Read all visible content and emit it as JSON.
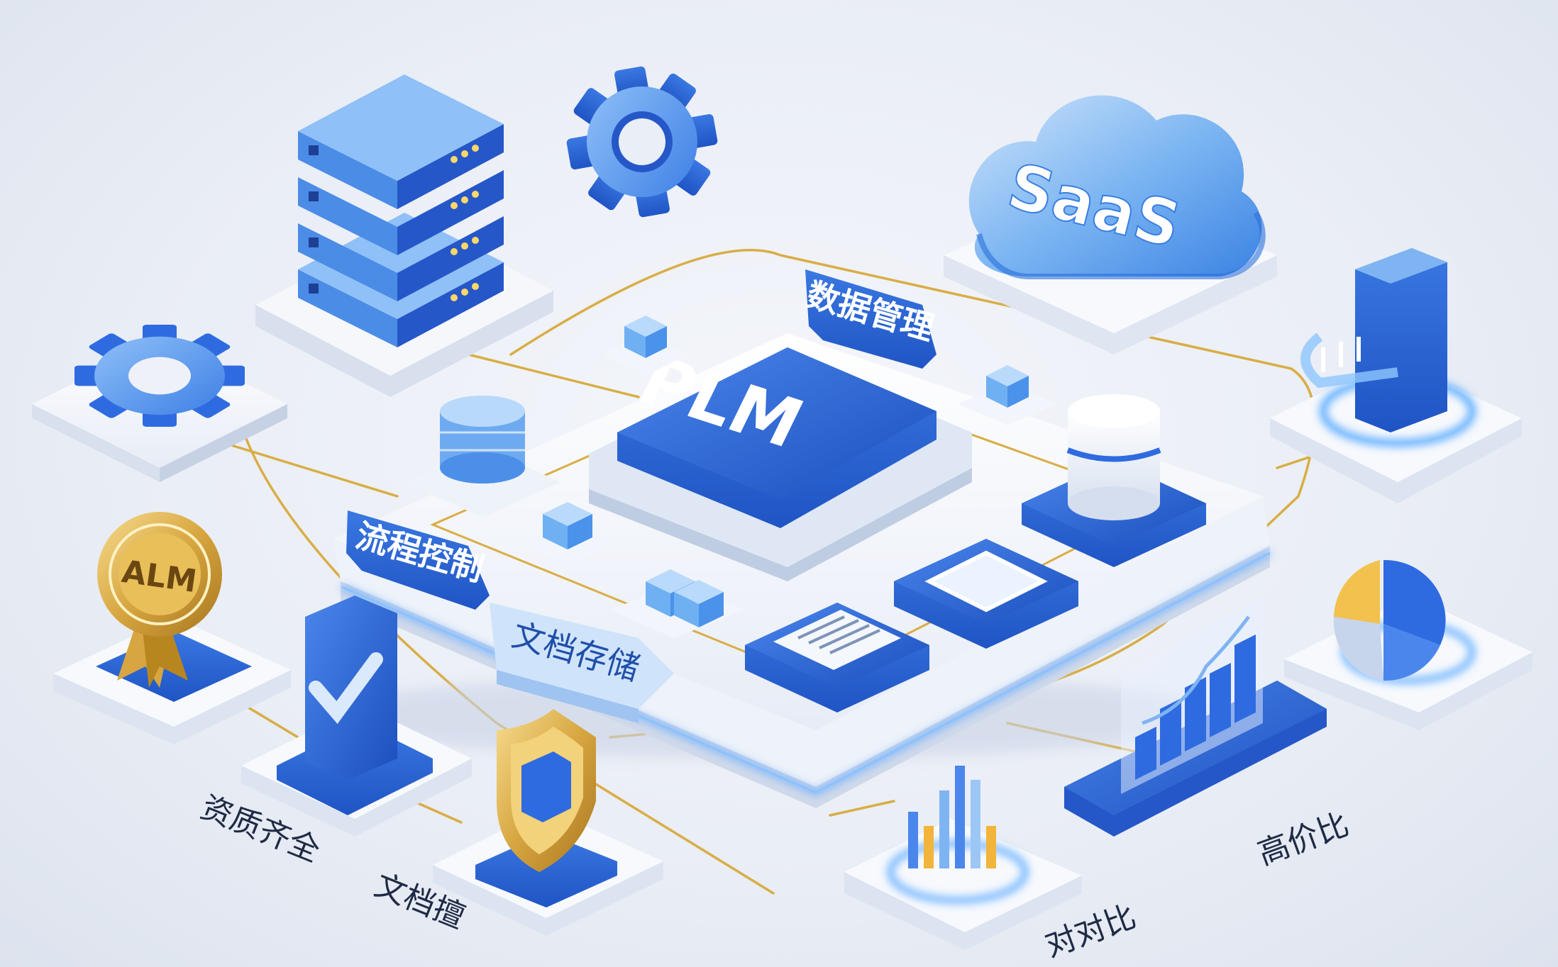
{
  "core": {
    "label": "PLM"
  },
  "cloud": {
    "label": "SaaS"
  },
  "badge": {
    "label": "ALM"
  },
  "tags": {
    "data_mgmt": "数据管理",
    "process_ctrl": "流程控制",
    "doc_store": "文档存储"
  },
  "floor_labels": {
    "qualification": "资质齐全",
    "documents": "文档擅",
    "compare": "对对比",
    "value": "高价比"
  },
  "colors": {
    "primary_blue": "#2f6be0",
    "light_blue": "#7fb4f2",
    "gold_line": "#d9ad45",
    "platform": "#f7f9fd"
  },
  "icons": [
    "server-rack-icon",
    "gear-icon",
    "cloud-icon",
    "database-icon",
    "document-icon",
    "monitor-icon",
    "shield-icon",
    "certificate-badge-icon",
    "checkmark-icon",
    "bar-chart-icon",
    "pie-chart-icon",
    "magnet-device-icon"
  ]
}
